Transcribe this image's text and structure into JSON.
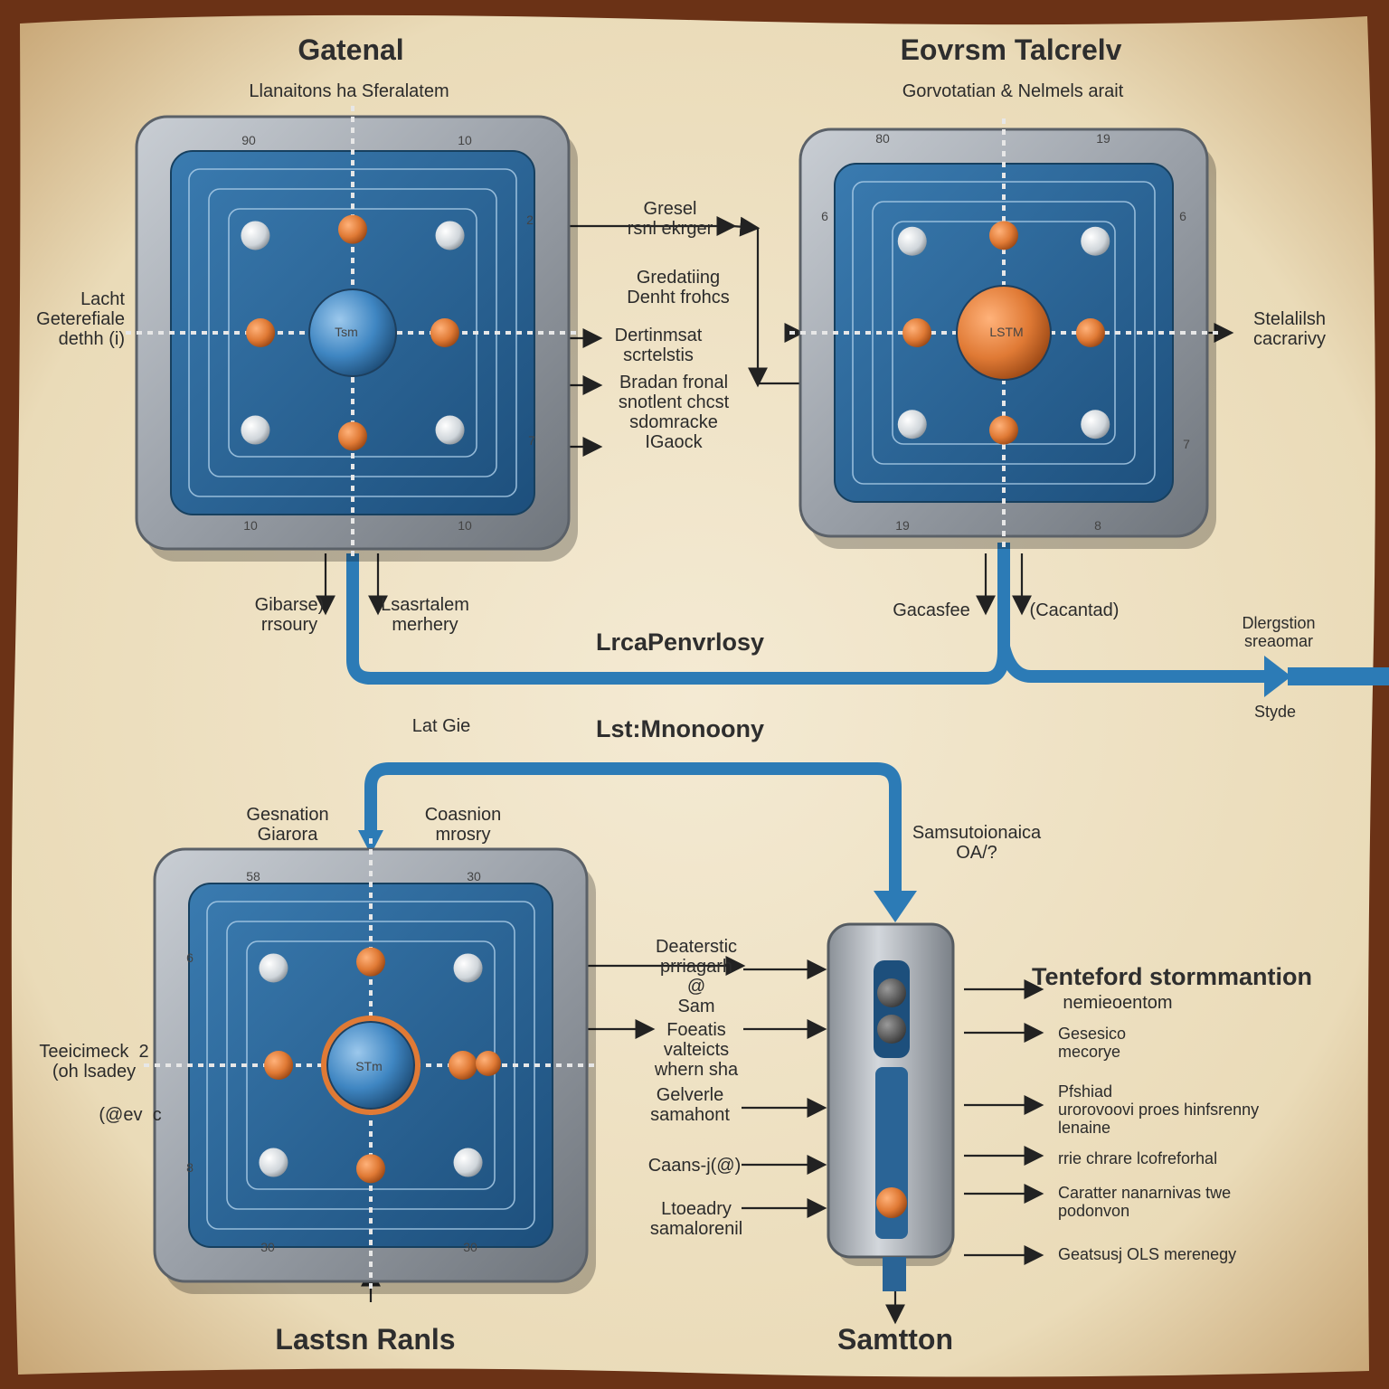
{
  "colors": {
    "parchment": "#efe3c8",
    "burnt_edge": "#8a3b12",
    "chip_blue": "#2a6496",
    "frame_gray": "#9aa0a8",
    "node_orange": "#e07a35",
    "node_white": "#e8ecef",
    "arrow_blue": "#2c7bb6"
  },
  "headings": {
    "top_left": "Gatenal",
    "top_right": "Eovrsm Talcrelv",
    "middle_flow": "LrcaPenvrlosy",
    "lower_flow": "Lst:Mnonoony",
    "bottom_left": "Lastsn Ranls",
    "bottom_right": "Samtton"
  },
  "chip_top_left": {
    "subtitle": "Llanaitons ha  Sferalatem",
    "core_label": "Tsm",
    "corner_numbers": [
      "90",
      "10",
      "10",
      "10"
    ],
    "side_numbers": [
      "2",
      "7"
    ],
    "left_label": "Lacht\nGeterefiale\ndethh (i)",
    "right_labels": [
      "Gresel\nrsnl ekrger",
      "Gredatiing\nDenht frohcs",
      "Dertinmsat\nscrtelstis",
      "Bradan fronal\nsnotlent chcst\nsdomracke\nIGaock"
    ],
    "bottom_labels": [
      "Gibarse)\nrrsoury",
      "Lsasrtalem\nmerhery"
    ]
  },
  "chip_top_right": {
    "subtitle": "Gorvotatian  & Nelmels arait",
    "core_label": "LSTM",
    "corner_numbers": [
      "80",
      "19",
      "19",
      "8"
    ],
    "side_numbers": [
      "6",
      "6",
      "7"
    ],
    "right_label": "Stelalilsh\ncacrarivy",
    "bottom_labels": [
      "Gacasfee",
      "(Cacantad)"
    ],
    "far_right_labels": [
      "Dlergstion\nsreaomar",
      "Styde"
    ]
  },
  "chip_bottom_left": {
    "core_label": "STm",
    "corner_numbers": [
      "58",
      "30",
      "30",
      "30"
    ],
    "side_numbers": [
      "6",
      "8"
    ],
    "top_labels": [
      "Gesnation\nGiarora",
      "Coasnion\nmrosry"
    ],
    "left_labels": [
      "Teeicimeck  2\n(oh lsadey",
      "(@ev  c"
    ],
    "lower_flow_left": "Lat Gie"
  },
  "middle_labels": [
    "Deaterstic\nprriagarh\n@\nSam",
    "Foeatis\nvalteicts\nwhern sha",
    "Gelverle\nsamahont",
    "Caans-j(@)",
    "Ltoeadry\nsamalorenil"
  ],
  "device_labels": {
    "top_right_title": "Tenteford stormmantion",
    "top_right_sub": "nemieoentom",
    "right": [
      "Gesesico\nmecorye",
      "Pfshiad\nurorovoovi proes hinfsrenny\nlenaine",
      "rrie chrare lcofreforhal",
      "Caratter nanarnivas twe\npodonvon",
      "Geatsusj OLS merenegy"
    ],
    "top_label": "Samsutoionaica\nOA/?"
  }
}
